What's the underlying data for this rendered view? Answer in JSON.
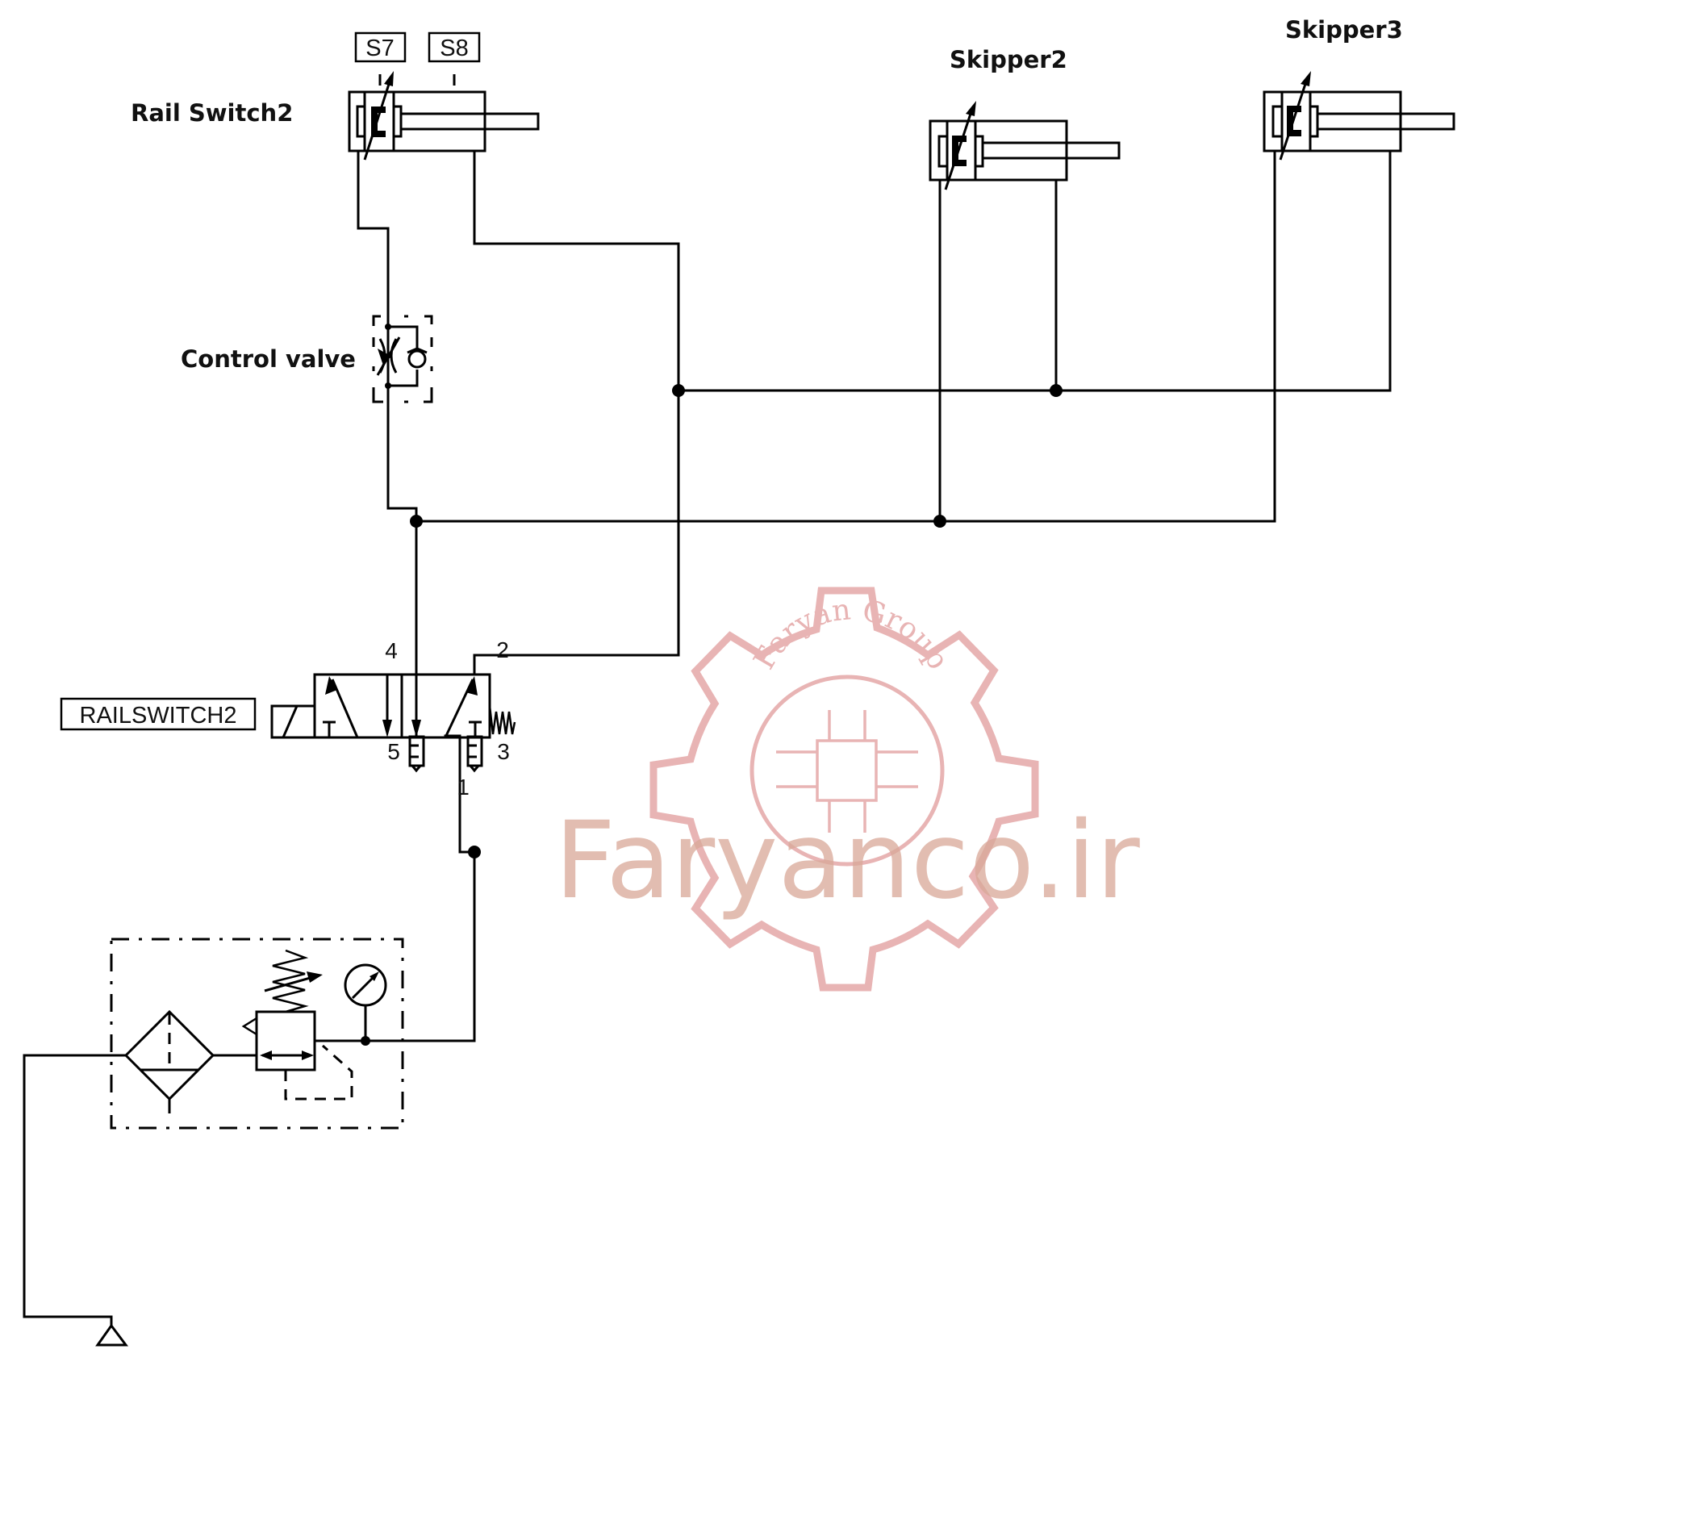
{
  "diagram": {
    "title": "Pneumatic circuit - Rail Switch2 with Skippers",
    "components": {
      "rail_switch_cylinder": {
        "label": "Rail Switch2",
        "sensors": [
          "S7",
          "S8"
        ]
      },
      "skipper2_cylinder": {
        "label": "Skipper2"
      },
      "skipper3_cylinder": {
        "label": "Skipper3"
      },
      "flow_control": {
        "label": "Control valve"
      },
      "directional_valve": {
        "solenoid_tag": "RAILSWITCH2",
        "ports": {
          "p4": "4",
          "p2": "2",
          "p5": "5",
          "p3": "3",
          "p1": "1"
        }
      },
      "frl_unit": {
        "label": ""
      },
      "supply": {
        "label": ""
      }
    },
    "watermark": {
      "brand": "Faryanco.ir",
      "group": "Faryan Group",
      "color": "#d9a898",
      "gear_color": "#e8b4b4"
    },
    "colors": {
      "line": "#000000",
      "background": "#ffffff"
    }
  }
}
